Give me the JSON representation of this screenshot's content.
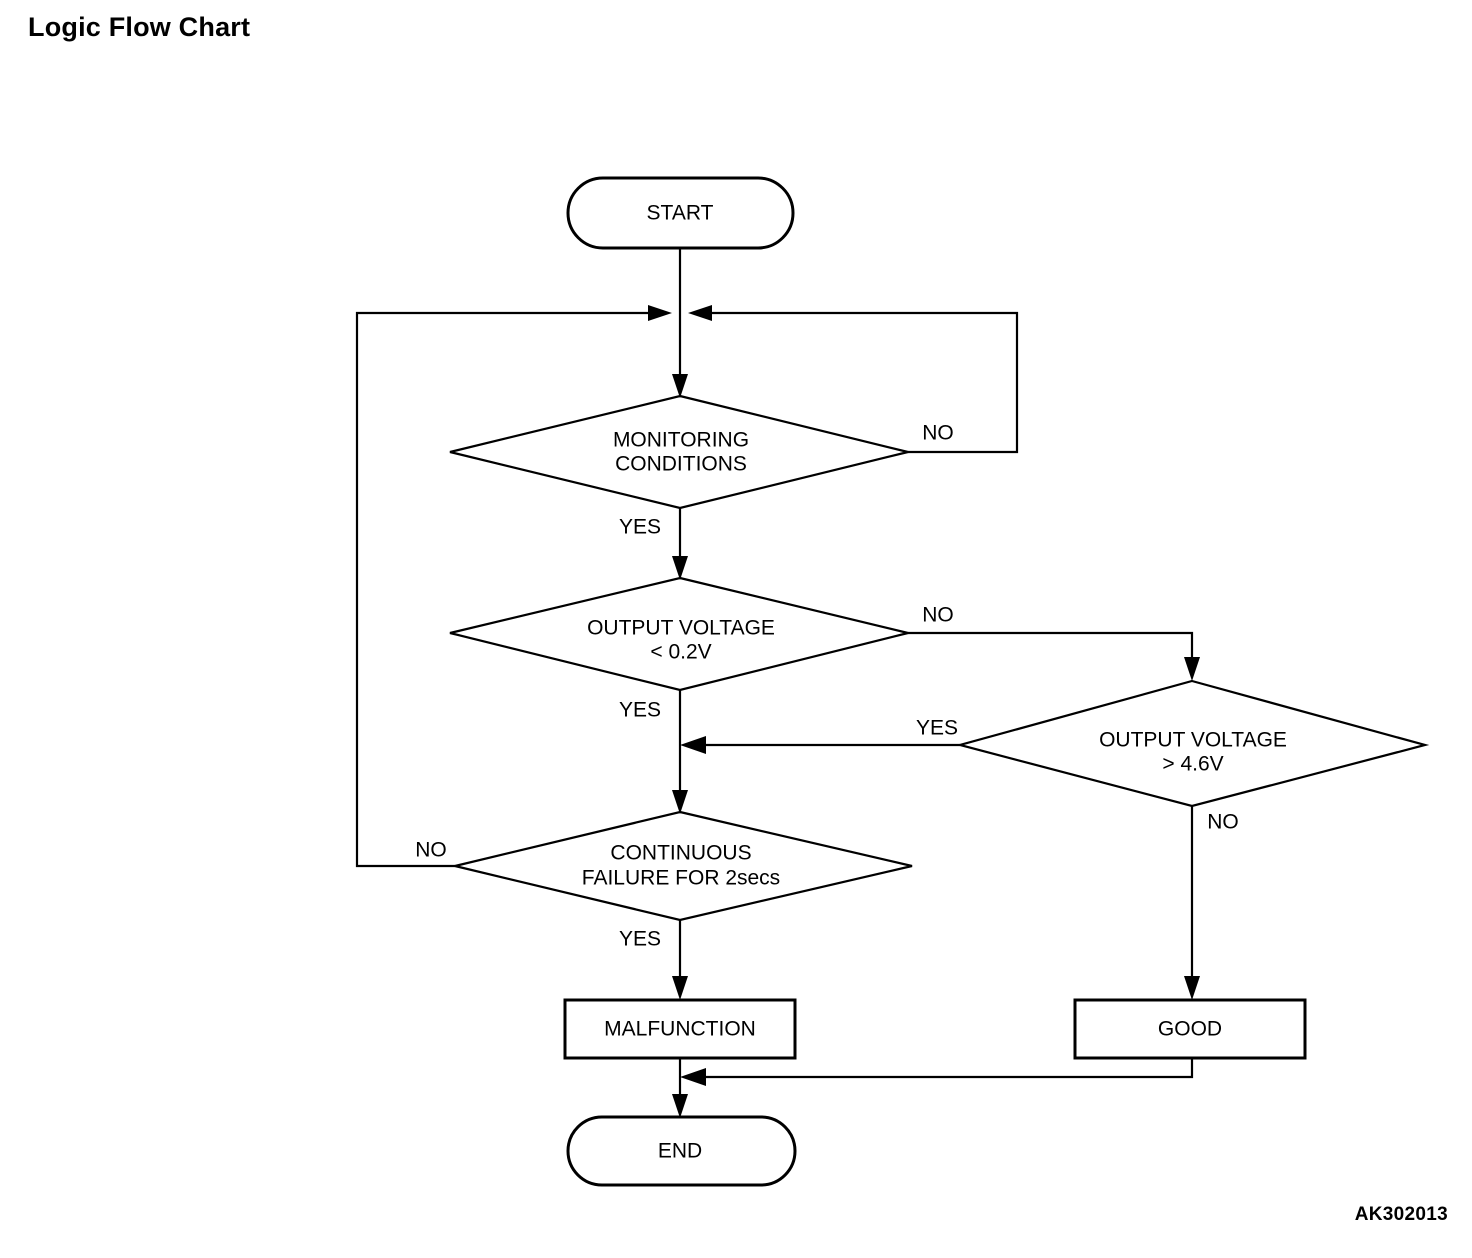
{
  "page": {
    "title": "Logic Flow Chart",
    "reference_code": "AK302013",
    "background_color": "#ffffff",
    "line_color": "#000000"
  },
  "chart_data": {
    "type": "diagram",
    "diagram_type": "flowchart",
    "title": "Logic Flow Chart",
    "nodes": [
      {
        "id": "start",
        "shape": "terminator",
        "label": "START"
      },
      {
        "id": "monitoring",
        "shape": "decision",
        "label_line1": "MONITORING",
        "label_line2": "CONDITIONS"
      },
      {
        "id": "volt_low",
        "shape": "decision",
        "label_line1": "OUTPUT VOLTAGE",
        "label_line2": "< 0.2V"
      },
      {
        "id": "volt_high",
        "shape": "decision",
        "label_line1": "OUTPUT VOLTAGE",
        "label_line2": "> 4.6V"
      },
      {
        "id": "continuous",
        "shape": "decision",
        "label_line1": "CONTINUOUS",
        "label_line2": "FAILURE FOR 2secs"
      },
      {
        "id": "malfunction",
        "shape": "process",
        "label": "MALFUNCTION"
      },
      {
        "id": "good",
        "shape": "process",
        "label": "GOOD"
      },
      {
        "id": "end",
        "shape": "terminator",
        "label": "END"
      }
    ],
    "edges": [
      {
        "from": "start",
        "to": "monitoring",
        "label": ""
      },
      {
        "from": "monitoring",
        "to": "volt_low",
        "label": "YES"
      },
      {
        "from": "monitoring",
        "to": "monitoring",
        "label": "NO"
      },
      {
        "from": "volt_low",
        "to": "continuous",
        "label": "YES"
      },
      {
        "from": "volt_low",
        "to": "volt_high",
        "label": "NO"
      },
      {
        "from": "volt_high",
        "to": "continuous",
        "label": "YES"
      },
      {
        "from": "volt_high",
        "to": "good",
        "label": "NO"
      },
      {
        "from": "continuous",
        "to": "malfunction",
        "label": "YES"
      },
      {
        "from": "continuous",
        "to": "monitoring",
        "label": "NO"
      },
      {
        "from": "malfunction",
        "to": "end",
        "label": ""
      },
      {
        "from": "good",
        "to": "end",
        "label": ""
      }
    ]
  },
  "nodes": {
    "start": {
      "label": "START"
    },
    "monitoring": {
      "line1": "MONITORING",
      "line2": "CONDITIONS"
    },
    "volt_low": {
      "line1": "OUTPUT VOLTAGE",
      "line2": "< 0.2V"
    },
    "volt_high": {
      "line1": "OUTPUT VOLTAGE",
      "line2": "> 4.6V"
    },
    "continuous": {
      "line1": "CONTINUOUS",
      "line2": "FAILURE FOR 2secs"
    },
    "malfunction": {
      "label": "MALFUNCTION"
    },
    "good": {
      "label": "GOOD"
    },
    "end": {
      "label": "END"
    }
  },
  "edge_labels": {
    "monitoring_no": "NO",
    "monitoring_yes": "YES",
    "volt_low_no": "NO",
    "volt_low_yes": "YES",
    "volt_high_yes": "YES",
    "volt_high_no": "NO",
    "continuous_no": "NO",
    "continuous_yes": "YES"
  }
}
